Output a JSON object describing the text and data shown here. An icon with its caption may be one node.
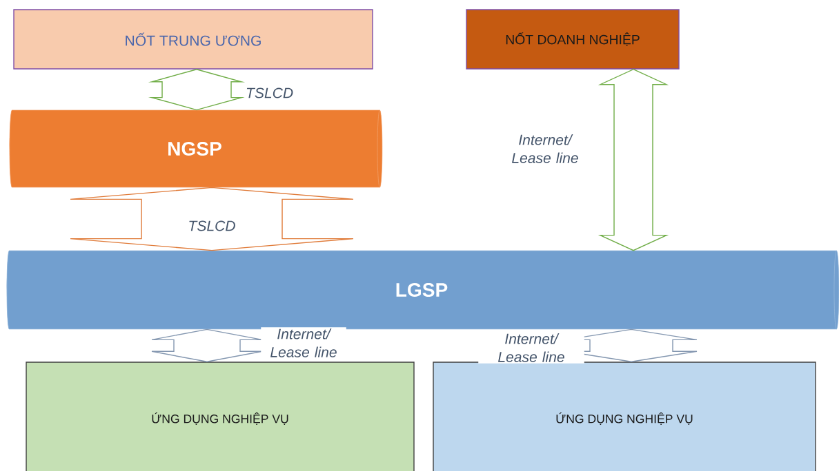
{
  "diagram": {
    "nodes": [
      {
        "text": [
          "NỐT TRUNG ƯƠNG"
        ]
      },
      {
        "text": [
          "NỐT DOANH NGHIỆP"
        ]
      },
      {
        "text": [
          "NGSP"
        ]
      },
      {
        "text": [
          "LGSP"
        ]
      },
      {
        "text": [
          "ỨNG DỤNG NGHIỆP VỤ"
        ]
      },
      {
        "text": [
          "ỨNG DỤNG NGHIỆP VỤ"
        ]
      }
    ],
    "edges": [
      {
        "from": 0,
        "to": 2,
        "arrow": "both",
        "label": "TSLCD",
        "color": "#70ad47"
      },
      {
        "from": 2,
        "to": 3,
        "arrow": "both",
        "label": "TSLCD",
        "color": "#e07b39"
      },
      {
        "from": 1,
        "to": 3,
        "arrow": "both",
        "label": "Internet/ Lease line",
        "color": "#70ad47"
      },
      {
        "from": 3,
        "to": 4,
        "arrow": "both",
        "label": "Internet/ Lease line",
        "color": "#8497b0"
      },
      {
        "from": 3,
        "to": 5,
        "arrow": "both",
        "label": "Internet/ Lease line",
        "color": "#8497b0"
      }
    ]
  }
}
